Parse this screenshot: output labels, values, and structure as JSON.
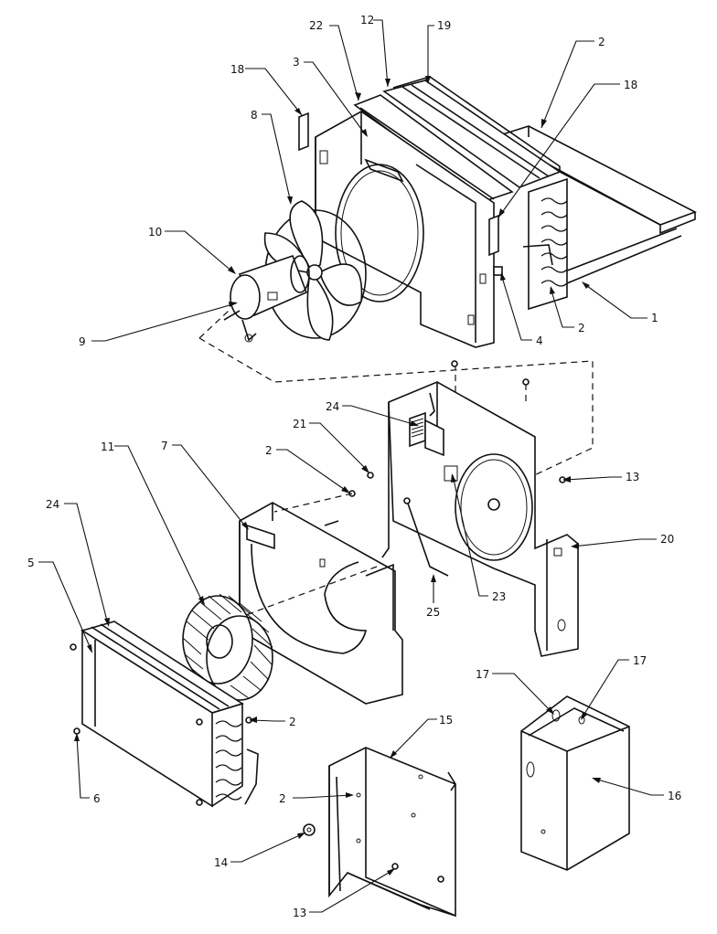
{
  "diagram": {
    "part_labels": {
      "p1": "1",
      "p2a": "2",
      "p2b": "2",
      "p2c": "2",
      "p2d": "2",
      "p2e": "2",
      "p3": "3",
      "p4": "4",
      "p5": "5",
      "p6": "6",
      "p7": "7",
      "p8": "8",
      "p9": "9",
      "p10": "10",
      "p11": "11",
      "p12": "12",
      "p13a": "13",
      "p13b": "13",
      "p14": "14",
      "p15": "15",
      "p16": "16",
      "p17a": "17",
      "p17b": "17",
      "p18a": "18",
      "p18b": "18",
      "p19": "19",
      "p20": "20",
      "p21": "21",
      "p22": "22",
      "p23": "23",
      "p24a": "24",
      "p24b": "24",
      "p25": "25"
    }
  }
}
